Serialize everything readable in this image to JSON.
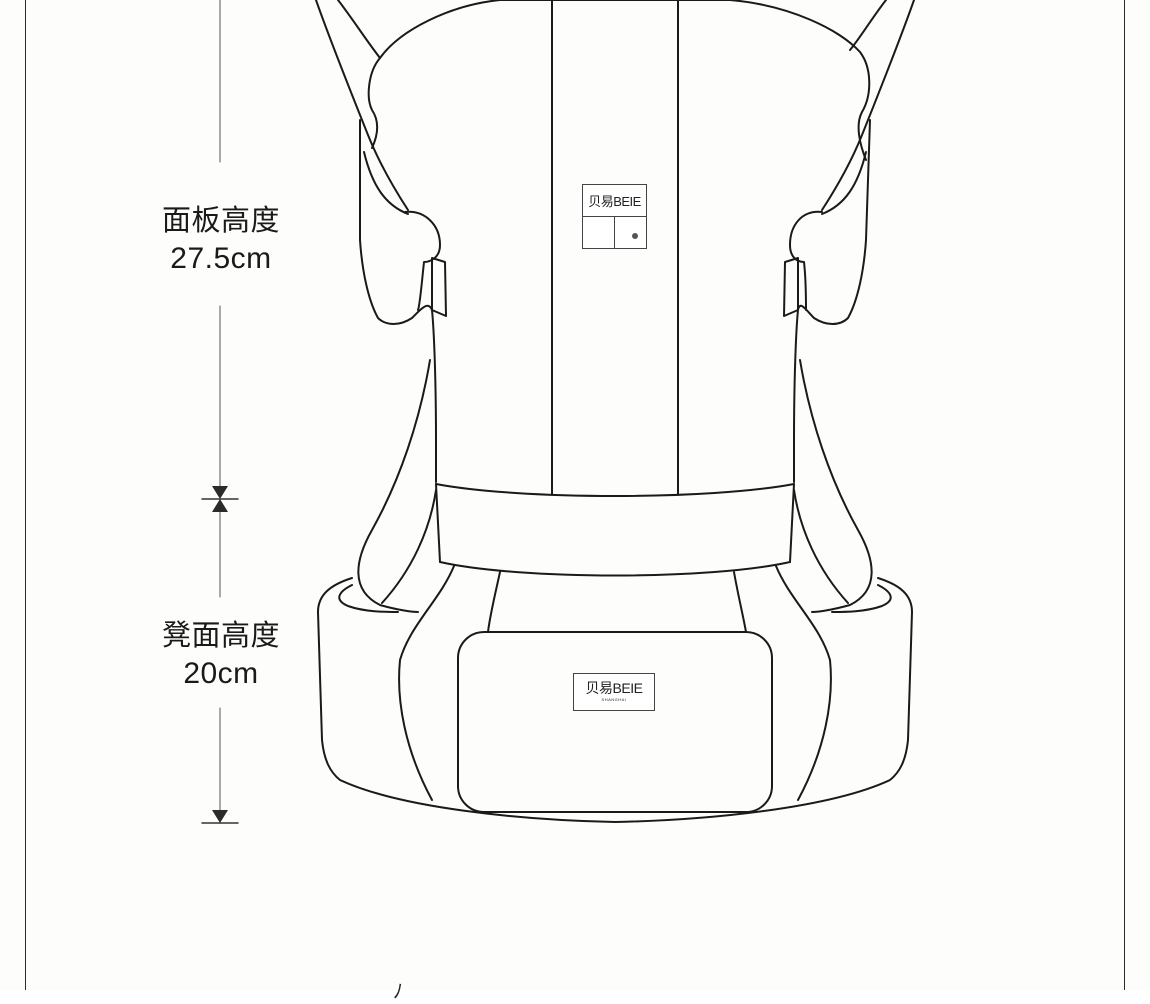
{
  "measurements": {
    "panel": {
      "name": "面板高度",
      "value": "27.5cm"
    },
    "seat": {
      "name": "凳面高度",
      "value": "20cm"
    }
  },
  "logos": {
    "panel_brand": "贝易BEIE",
    "seat_brand": "贝易BEIE",
    "seat_sub": "SHANGHAI"
  },
  "bottom_fragment": "ﾉ",
  "colors": {
    "line": "#1a1a1a",
    "arrow": "#2b2b2b",
    "background": "#fdfdfc"
  }
}
